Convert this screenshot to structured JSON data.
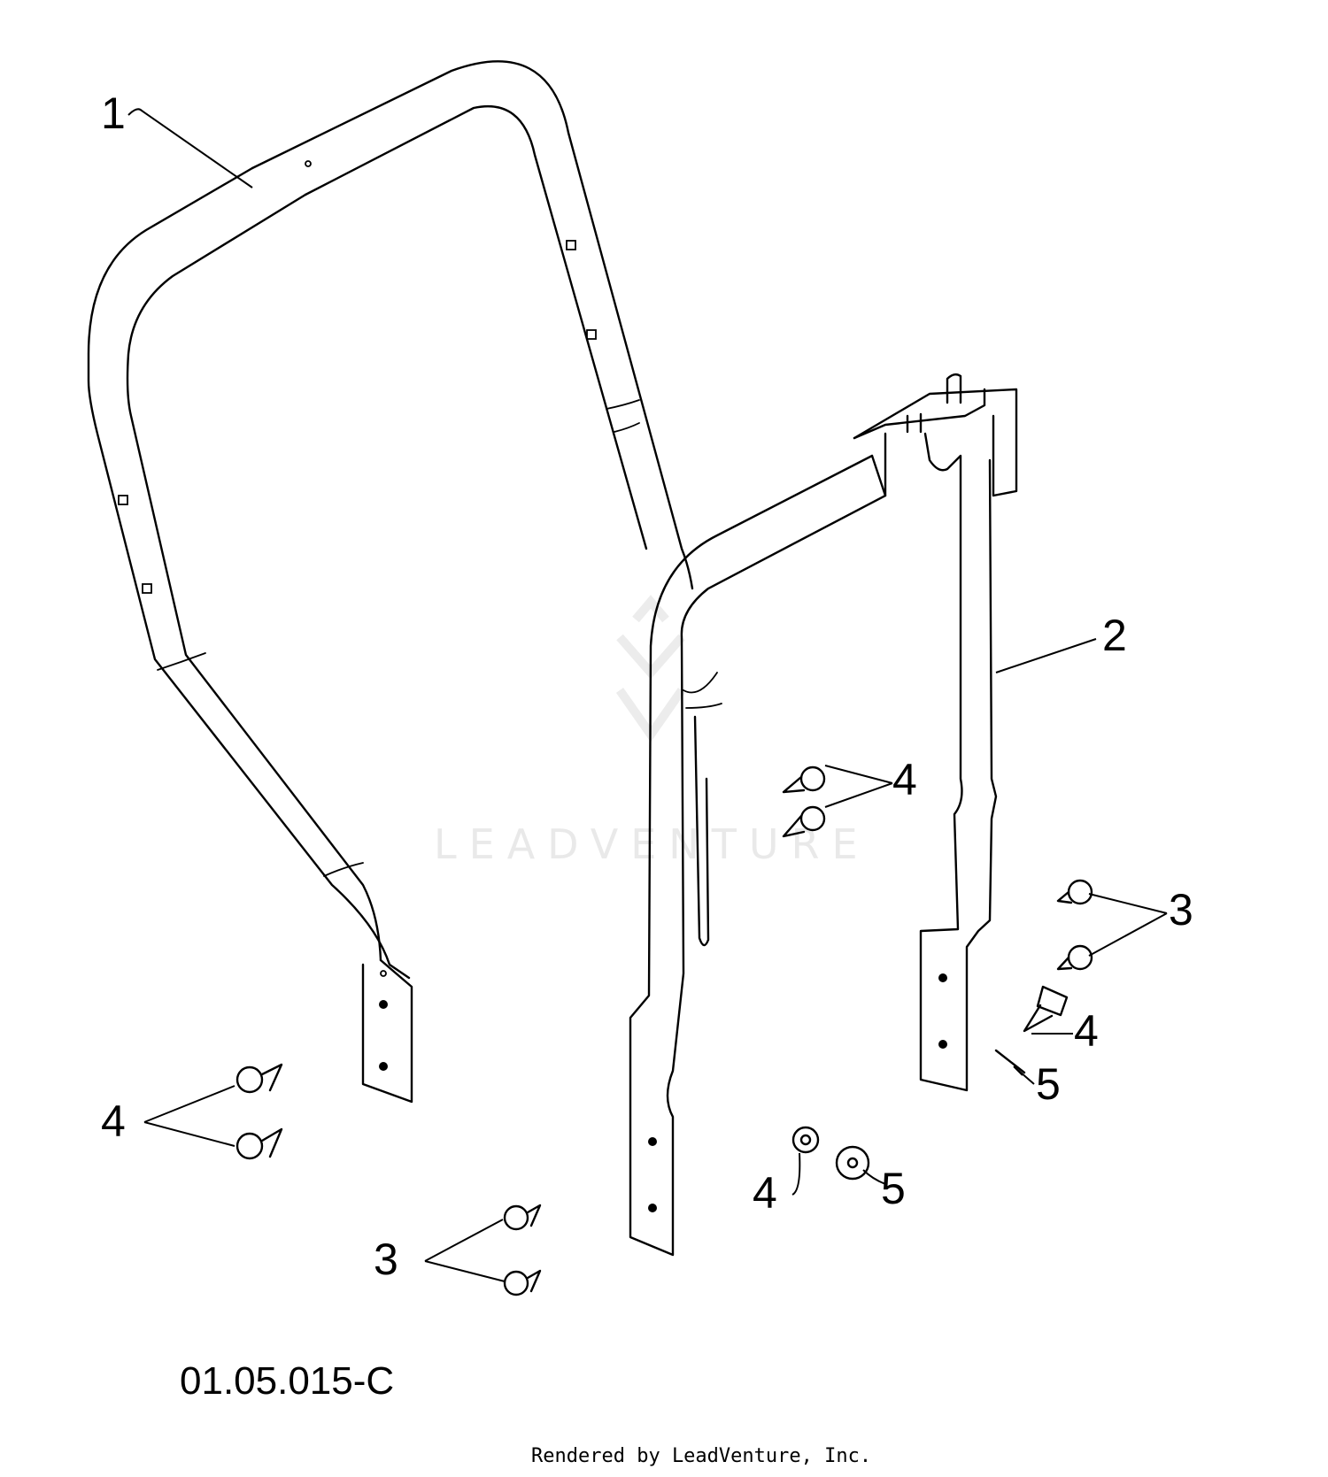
{
  "callouts": [
    "1",
    "2",
    "3",
    "3",
    "4",
    "4",
    "4",
    "4",
    "5",
    "5"
  ],
  "drawing_code": "01.05.015-C",
  "watermark": "LEADVENTURE",
  "credit": "Rendered by LeadVenture, Inc."
}
